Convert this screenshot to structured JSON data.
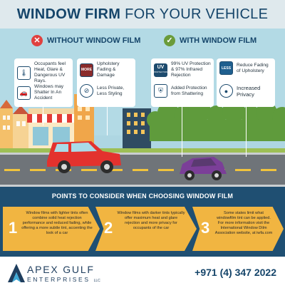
{
  "header": {
    "title_bold": "WINDOW FIRM",
    "title_rest": " FOR YOUR VEHICLE"
  },
  "without": {
    "heading": "WITHOUT WINDOW FILM",
    "mark": "✕",
    "items": [
      {
        "icon": "thermometer-icon",
        "text": "Occupants feel Heat, Glare & Dangerous UV Rays."
      },
      {
        "icon": "upholstery-tag-icon",
        "badge": "MORE",
        "text": "Upholstery Fading & Damage"
      },
      {
        "icon": "broken-window-car-icon",
        "text": "Windows may Shatter In An Accident"
      },
      {
        "icon": "no-privacy-icon",
        "text": "Less Private, Less Styling"
      }
    ]
  },
  "with": {
    "heading": "WITH WINDOW FILM",
    "mark": "✓",
    "items": [
      {
        "icon": "uv-protection-icon",
        "badge": "UV",
        "badge_sub": "PROTECTION",
        "text": "99% UV Protection & 97% Infrared Rejection"
      },
      {
        "icon": "less-fading-tag-icon",
        "badge": "LESS",
        "text": "Reduce Fading of Upholstery"
      },
      {
        "icon": "shield-window-icon",
        "text": "Added Protection from Shattering"
      },
      {
        "icon": "privacy-icon",
        "text": "Increased Privacy"
      }
    ]
  },
  "points": {
    "title": "POINTS TO CONSIDER WHEN CHOOSING WINDOW FILM",
    "items": [
      {
        "num": "1",
        "text": "Window films with lighter tints often combine solid heat rejection performance and reduced fading, while offering a more subtle tint, accenting the look of a car"
      },
      {
        "num": "2",
        "text": "Window films with darker tints typically offer maximum heat and glare rejection and more privacy for occupants of the car"
      },
      {
        "num": "3",
        "text": "Some states limit what windowfilm tint can be applied. For more information visit the International Window Dilm Association website, at iwfa.com"
      }
    ]
  },
  "footer": {
    "brand": "APEX GULF",
    "sub": "ENTERPRISES",
    "sub_small": "LLC",
    "phone": "+971 (4) 347 2022"
  },
  "colors": {
    "navy": "#15456a",
    "panel": "#1f4f72",
    "amber": "#f1b541",
    "red_x": "#e0413f",
    "green_check": "#6a9b3a",
    "car_red": "#e3322e",
    "car_purple": "#7b3f98"
  }
}
